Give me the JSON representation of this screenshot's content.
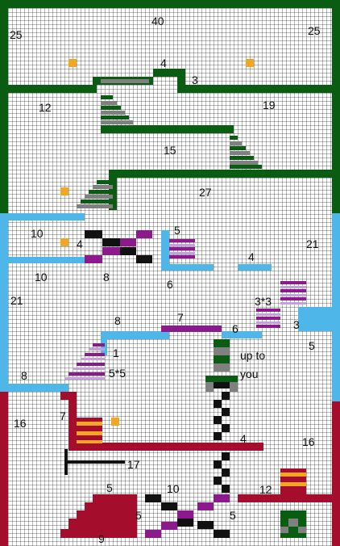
{
  "map": {
    "colors": {
      "green_wall": "#0b5c13",
      "blue_wall": "#4fb6ea",
      "red_wall": "#a50d2c",
      "gold_marker": "#f4a623",
      "purple_stairs": "#8c1a8c"
    },
    "labels": {
      "top_room_size": "40",
      "top_left_size": "25",
      "top_right_size": "25",
      "ledge_4": "4",
      "ledge_3": "3",
      "mid_left_12": "12",
      "mid_right_19": "19",
      "mid_15": "15",
      "mid_27": "27",
      "blue_10a": "10",
      "blue_4": "4",
      "blue_5a": "5",
      "blue_21_right": "21",
      "blue_4b": "4",
      "blue_10b": "10",
      "blue_8a": "8",
      "blue_6a": "6",
      "blue_21_left": "21",
      "blue_3x3": "3*3",
      "blue_7": "7",
      "blue_8b": "8",
      "blue_6b": "6",
      "blue_3": "3",
      "blue_5b": "5",
      "blue_1": "1",
      "up_to": "up to",
      "you": "you",
      "blue_5x5": "5*5",
      "blue_8c": "8",
      "red_16_left": "16",
      "red_7": "7",
      "red_4": "4",
      "red_16_right": "16",
      "red_17": "17",
      "red_5a": "5",
      "red_10": "10",
      "red_12": "12",
      "red_5b": "5",
      "red_5c": "5",
      "red_9": "9"
    }
  }
}
